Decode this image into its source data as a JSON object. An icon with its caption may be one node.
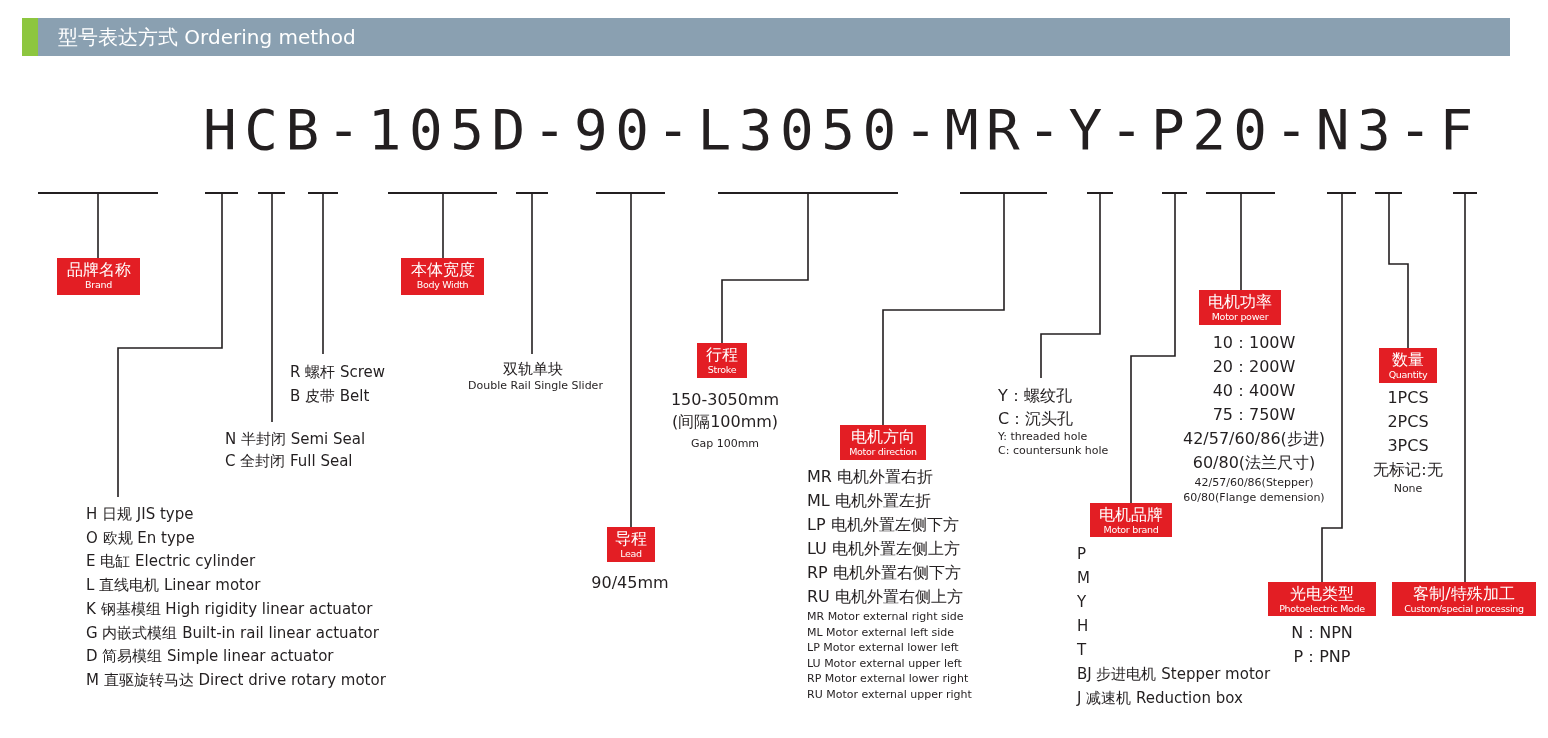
{
  "diagram": {
    "title": "型号表达方式 Ordering method",
    "nodes": [
      {
        "text": [],
        "shape": "bar"
      },
      {
        "text": [],
        "shape": "bar"
      },
      {
        "text": [],
        "shape": "bar"
      },
      {
        "text": [],
        "shape": "bar"
      },
      {
        "text": [],
        "shape": "bar"
      },
      {
        "text": [],
        "shape": "bar"
      },
      {
        "text": [],
        "shape": "bar"
      },
      {
        "text": [],
        "shape": "bar"
      },
      {
        "text": [],
        "shape": "bar"
      },
      {
        "text": [],
        "shape": "bar"
      },
      {
        "text": [],
        "shape": "bar"
      },
      {
        "text": [],
        "shape": "bar"
      },
      {
        "text": [],
        "shape": "bar"
      },
      {
        "text": [],
        "shape": "bar"
      },
      {
        "text": [],
        "shape": "bar"
      },
      {
        "text": [
          "品牌名称",
          "Brand"
        ]
      },
      {
        "text": [
          "H 日规 JIS type",
          "O 欧规 En type",
          "E 电缸 Electric cylinder",
          "L 直线电机 Linear motor",
          "K 钢基模组 High rigidity linear actuator",
          "G 内嵌式模组 Built-in rail linear actuator",
          "D 简易模组 Simple linear actuator",
          "M 直驱旋转马达 Direct drive rotary motor"
        ]
      },
      {
        "text": [
          "N 半封闭 Semi Seal",
          "C 全封闭 Full Seal"
        ]
      },
      {
        "text": [
          "R 螺杆 Screw",
          "B 皮带 Belt"
        ]
      },
      {
        "text": [
          "本体宽度",
          "Body Width"
        ]
      },
      {
        "text": [
          "双轨单块",
          "Double Rail Single Slider"
        ]
      },
      {
        "text": [
          "导程",
          "Lead"
        ],
        "beside": [
          "90/45mm"
        ]
      },
      {
        "text": [
          "行程",
          "Stroke"
        ],
        "beside": [
          "150-3050mm",
          "(间隔100mm)",
          "Gap 100mm"
        ]
      },
      {
        "text": [
          "电机方向",
          "Motor direction"
        ],
        "beside": [
          "MR 电机外置右折",
          "ML 电机外置左折",
          "LP 电机外置左侧下方",
          "LU 电机外置左侧上方",
          "RP 电机外置右侧下方",
          "RU 电机外置右侧上方",
          "MR Motor external right side",
          "ML Motor external left side",
          "LP Motor external lower left",
          "LU Motor external upper left",
          "RP Motor external lower right",
          "RU Motor external upper right"
        ]
      },
      {
        "text": [
          "Y：螺纹孔",
          "C：沉头孔",
          "Y: threaded hole",
          "C: countersunk hole"
        ]
      },
      {
        "text": [
          "电机品牌",
          "Motor brand"
        ],
        "beside": [
          "P",
          "M",
          "Y",
          "H",
          "T",
          "BJ 步进电机 Stepper motor",
          "J 减速机 Reduction box"
        ]
      },
      {
        "text": [
          "电机功率",
          "Motor power"
        ],
        "beside": [
          "10：100W",
          "20：200W",
          "40：400W",
          "75：750W",
          "42/57/60/86(步进)",
          "60/80(法兰尺寸)",
          "42/57/60/86(Stepper)",
          "60/80(Flange demension)"
        ]
      },
      {
        "text": [
          "光电类型",
          "Photoelectric Mode"
        ],
        "beside": [
          "N：NPN",
          "P：PNP"
        ]
      },
      {
        "text": [
          "数量",
          "Quantity"
        ],
        "beside": [
          "1PCS",
          "2PCS",
          "3PCS",
          "无标记:无",
          "None"
        ]
      },
      {
        "text": [
          "客制/特殊加工",
          "Custom/special processing"
        ]
      }
    ],
    "edges": [
      {
        "from": 0,
        "to": 15,
        "arrow": "none"
      },
      {
        "from": 1,
        "to": 16,
        "arrow": "none"
      },
      {
        "from": 2,
        "to": 17,
        "arrow": "none"
      },
      {
        "from": 3,
        "to": 18,
        "arrow": "none"
      },
      {
        "from": 4,
        "to": 19,
        "arrow": "none"
      },
      {
        "from": 5,
        "to": 20,
        "arrow": "none"
      },
      {
        "from": 6,
        "to": 21,
        "arrow": "none"
      },
      {
        "from": 7,
        "to": 22,
        "arrow": "none"
      },
      {
        "from": 8,
        "to": 23,
        "arrow": "none"
      },
      {
        "from": 9,
        "to": 24,
        "arrow": "none"
      },
      {
        "from": 10,
        "to": 25,
        "arrow": "none"
      },
      {
        "from": 11,
        "to": 26,
        "arrow": "none"
      },
      {
        "from": 12,
        "to": 27,
        "arrow": "none"
      },
      {
        "from": 13,
        "to": 28,
        "arrow": "none"
      },
      {
        "from": 14,
        "to": 29,
        "arrow": "none"
      }
    ],
    "labels": [
      "HCB-105D-90-L3050-MR-Y-P20-N3-F"
    ]
  }
}
